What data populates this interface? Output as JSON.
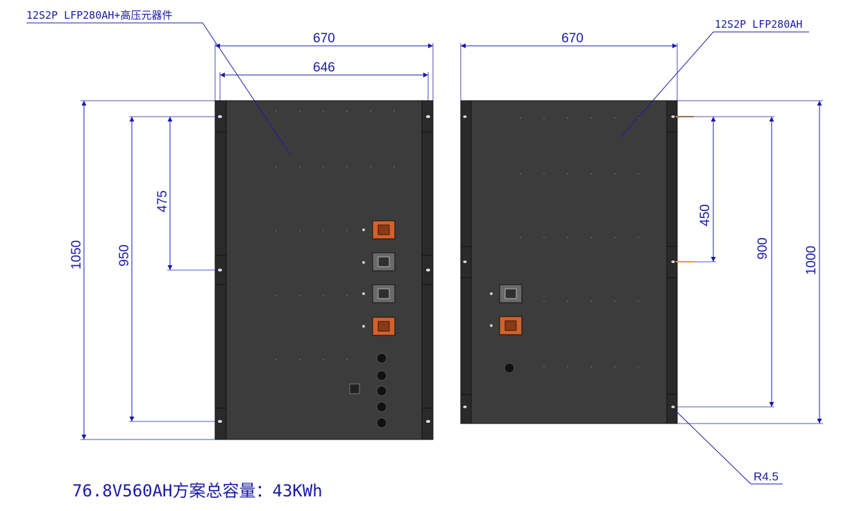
{
  "left_view": {
    "label": "12S2P LFP280AH+高压元器件",
    "width_outer": "670",
    "width_inner": "646",
    "height_total": "1050",
    "height_mount": "950",
    "height_half": "475"
  },
  "right_view": {
    "label": "12S2P LFP280AH",
    "width_outer": "670",
    "height_total": "1000",
    "height_mount": "900",
    "height_half": "450",
    "hole_radius": "R4.5"
  },
  "footer_note": "76.8V560AH方案总容量：43KWh",
  "colors": {
    "dimension": "#1a1aa6",
    "panel": "#3c3c3c",
    "rail": "#2a2a2a",
    "terminal_copper": "#d2622a",
    "terminal_grey": "#6a6a6a"
  }
}
